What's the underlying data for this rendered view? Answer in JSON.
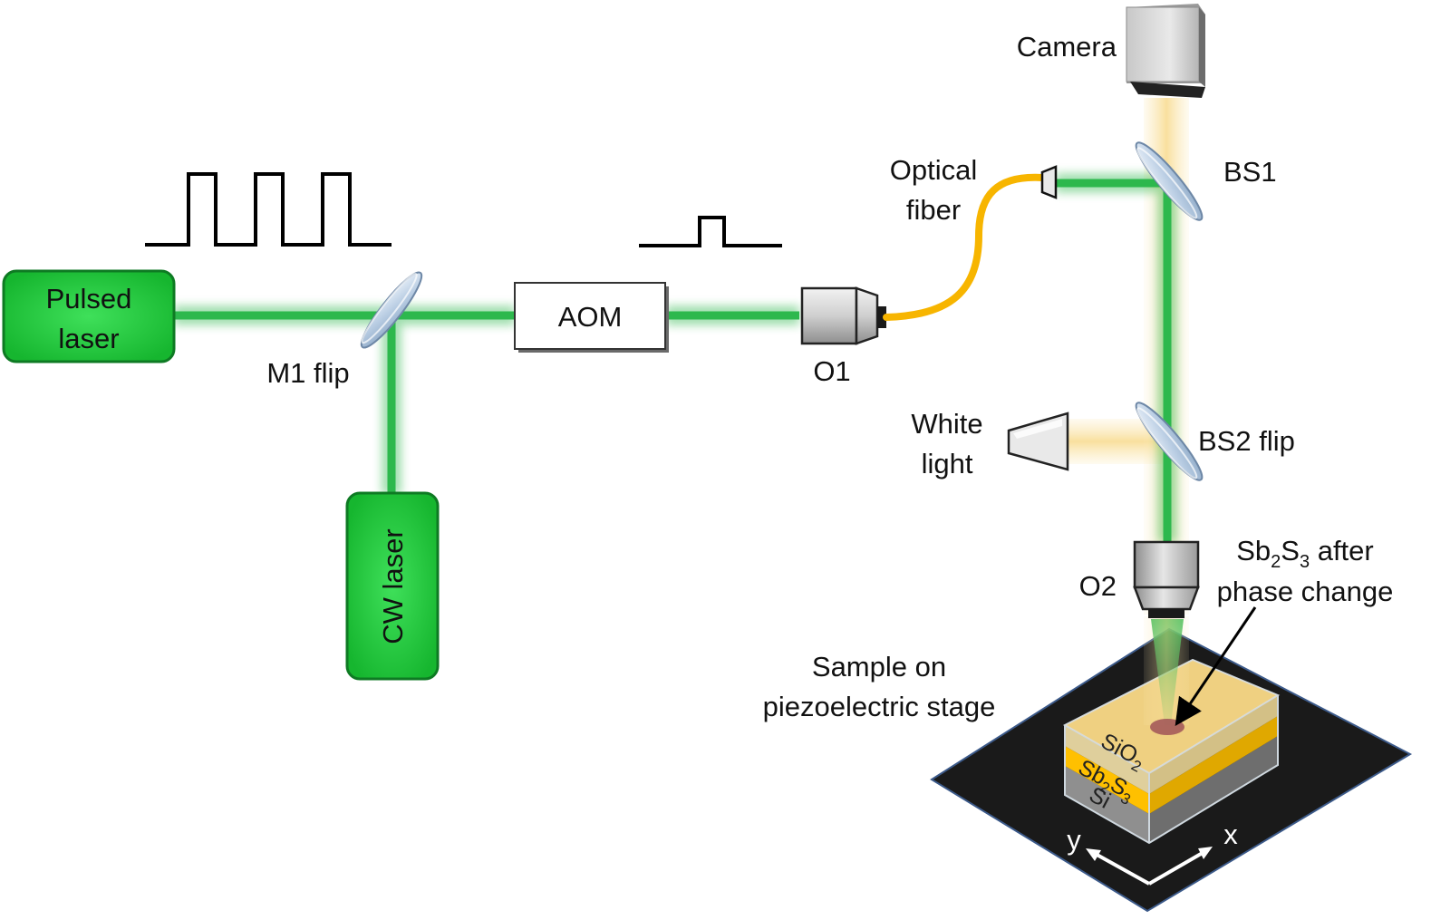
{
  "labels": {
    "pulsed_laser_1": "Pulsed",
    "pulsed_laser_2": "laser",
    "cw_laser": "CW laser",
    "m1_flip": "M1 flip",
    "aom": "AOM",
    "o1": "O1",
    "optical_fiber_1": "Optical",
    "optical_fiber_2": "fiber",
    "camera": "Camera",
    "bs1": "BS1",
    "white_light_1": "White",
    "white_light_2": "light",
    "bs2_flip": "BS2 flip",
    "o2": "O2",
    "sb2s3_after_a": "Sb",
    "sb2s3_after_b": "2",
    "sb2s3_after_c": "S",
    "sb2s3_after_d": "3",
    "sb2s3_after_e": " after",
    "phase_change": "phase change",
    "sample_on": "Sample on",
    "piezo_stage": "piezoelectric stage",
    "sio2_a": "SiO",
    "sio2_b": "2",
    "sb2s3_layer_a": "Sb",
    "sb2s3_layer_b": "2",
    "sb2s3_layer_c": "S",
    "sb2s3_layer_d": "3",
    "si": "Si",
    "axis_y": "y",
    "axis_x": "x"
  },
  "colors": {
    "beam_green": "#2db84d",
    "laser_green": "#1fcf3f",
    "fiber_yellow": "#f7b500",
    "sb2s3_yellow": "#ffc000",
    "white_light_beam": "#fbe9b7",
    "stage_black": "#1a1a1a"
  }
}
